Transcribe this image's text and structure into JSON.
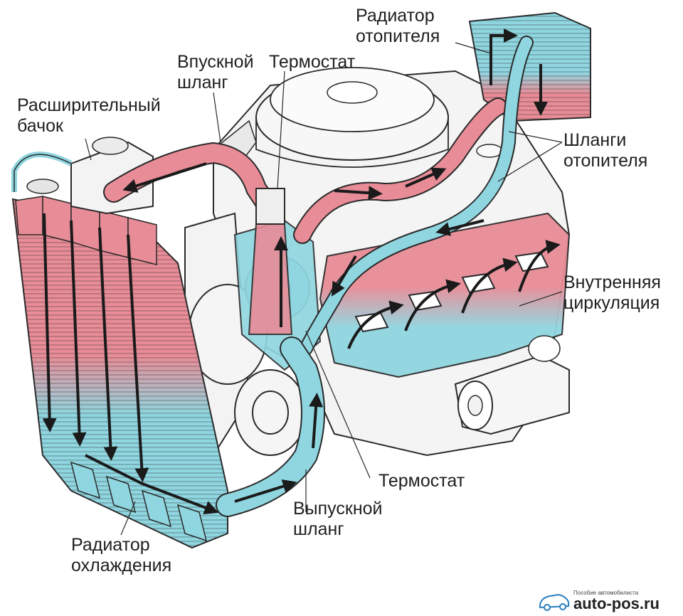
{
  "labels": {
    "heater_radiator": [
      "Радиатор",
      "отопителя"
    ],
    "intake_hose": [
      "Впускной",
      "шланг"
    ],
    "thermostat_top": [
      "Термостат"
    ],
    "expansion_tank": [
      "Расширительный",
      "бачок"
    ],
    "heater_hoses": [
      "Шланги",
      "отопителя"
    ],
    "internal_circulation": [
      "Внутренняя",
      "циркуляция"
    ],
    "thermostat_bottom": [
      "Термостат"
    ],
    "outlet_hose": [
      "Выпускной",
      "шланг"
    ],
    "cooling_radiator": [
      "Радиатор",
      "охлаждения"
    ]
  },
  "watermark": {
    "caption": "Пособие автомобилиста",
    "site": "auto-pos.ru",
    "icon": "car-icon"
  },
  "colors": {
    "hot": "#e88c97",
    "cold": "#8fd6e0",
    "line": "#2a2a2a"
  }
}
